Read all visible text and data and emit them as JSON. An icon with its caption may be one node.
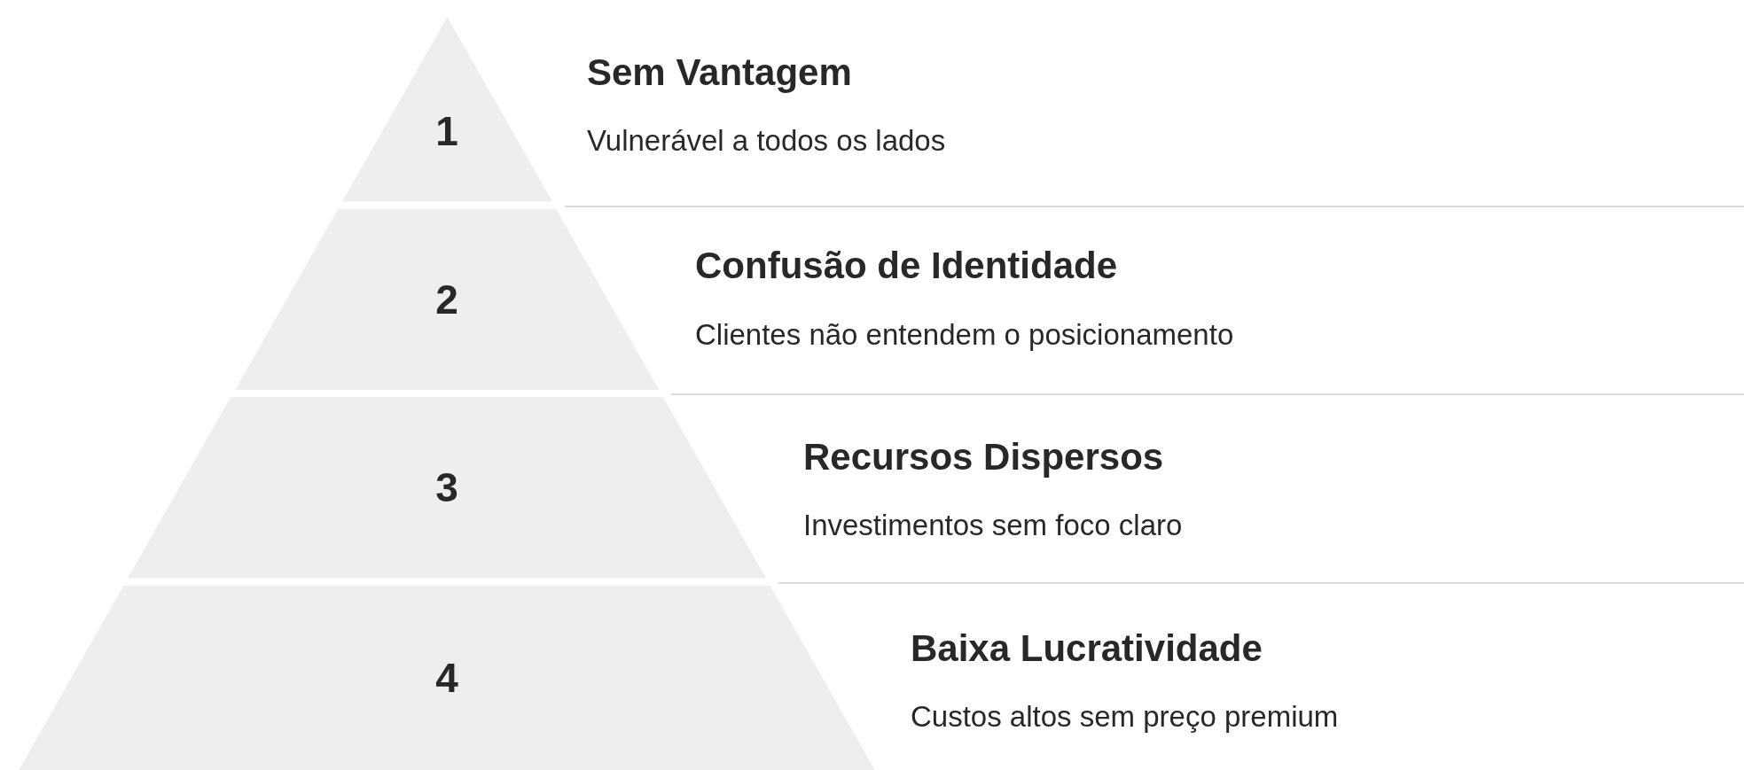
{
  "diagram": {
    "nodes": [
      {
        "text": [
          "1"
        ],
        "beside": [
          "Sem Vantagem",
          "Vulnerável a todos os lados"
        ]
      },
      {
        "text": [
          "2"
        ],
        "beside": [
          "Confusão de Identidade",
          "Clientes não entendem o posicionamento"
        ]
      },
      {
        "text": [
          "3"
        ],
        "beside": [
          "Recursos Dispersos",
          "Investimentos sem foco claro"
        ]
      },
      {
        "text": [
          "4"
        ],
        "beside": [
          "Baixa Lucratividade",
          "Custos altos sem preço premium"
        ]
      }
    ]
  }
}
